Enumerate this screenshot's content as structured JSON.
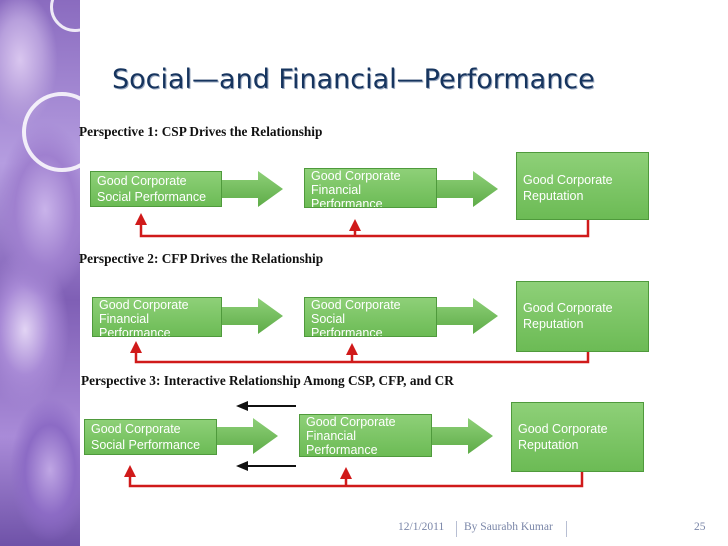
{
  "slide": {
    "title": "Social—and Financial—Performance",
    "footer": {
      "date": "12/1/2011",
      "author": "By Saurabh Kumar",
      "page": "25"
    }
  },
  "perspectives": [
    {
      "heading": "Perspective 1: CSP Drives the Relationship",
      "boxes": [
        "Good Corporate\nSocial Performance",
        "Good Corporate\n Financial\n Performance",
        "Good Corporate\nReputation"
      ]
    },
    {
      "heading": "Perspective 2: CFP Drives the Relationship",
      "boxes": [
        " Good Corporate\nFinancial\nPerformance",
        "Good Corporate\nSocial\nPerformance",
        "Good Corporate\nReputation"
      ]
    },
    {
      "heading": "Perspective 3: Interactive Relationship Among CSP, CFP, and CR",
      "boxes": [
        "Good Corporate\nSocial Performance",
        "Good Corporate\nFinancial\nPerformance",
        "Good Corporate\nReputation"
      ]
    }
  ],
  "colors": {
    "box_fill": "#7cc466",
    "arrow_fill": "#6cbb55",
    "feedback_line": "#d01a1a",
    "title": "#16345e"
  }
}
